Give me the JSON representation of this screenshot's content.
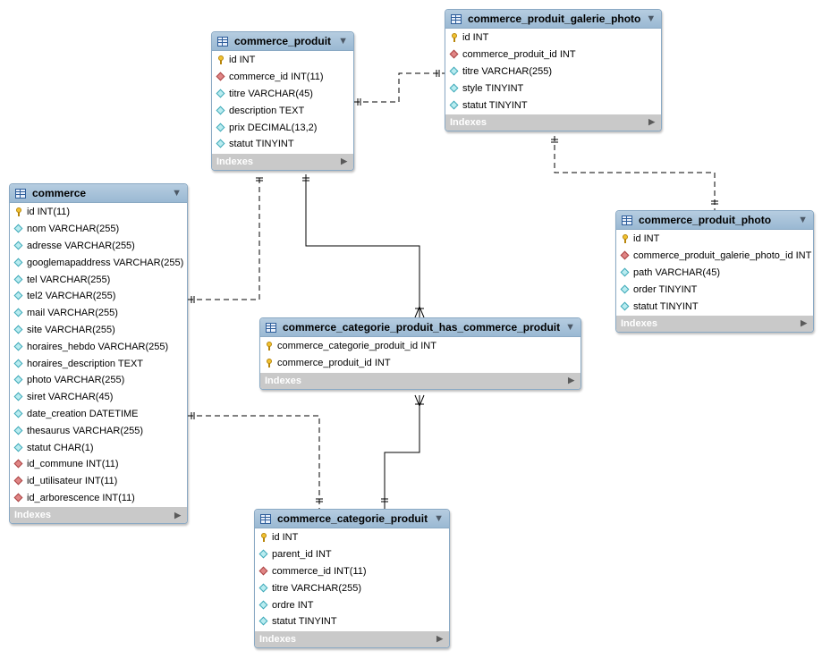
{
  "tables": {
    "commerce_produit": {
      "name": "commerce_produit",
      "columns": [
        {
          "label": "id INT",
          "kind": "pk"
        },
        {
          "label": "commerce_id INT(11)",
          "kind": "fk"
        },
        {
          "label": "titre VARCHAR(45)",
          "kind": "attr"
        },
        {
          "label": "description TEXT",
          "kind": "attr"
        },
        {
          "label": "prix DECIMAL(13,2)",
          "kind": "attr"
        },
        {
          "label": "statut TINYINT",
          "kind": "attr"
        }
      ],
      "indexes_label": "Indexes"
    },
    "commerce_produit_galerie_photo": {
      "name": "commerce_produit_galerie_photo",
      "columns": [
        {
          "label": "id INT",
          "kind": "pk"
        },
        {
          "label": "commerce_produit_id INT",
          "kind": "fk"
        },
        {
          "label": "titre VARCHAR(255)",
          "kind": "attr"
        },
        {
          "label": "style TINYINT",
          "kind": "attr"
        },
        {
          "label": "statut TINYINT",
          "kind": "attr"
        }
      ],
      "indexes_label": "Indexes"
    },
    "commerce_produit_photo": {
      "name": "commerce_produit_photo",
      "columns": [
        {
          "label": "id INT",
          "kind": "pk"
        },
        {
          "label": "commerce_produit_galerie_photo_id INT",
          "kind": "fk"
        },
        {
          "label": "path VARCHAR(45)",
          "kind": "attr"
        },
        {
          "label": "order TINYINT",
          "kind": "attr"
        },
        {
          "label": "statut TINYINT",
          "kind": "attr"
        }
      ],
      "indexes_label": "Indexes"
    },
    "commerce": {
      "name": "commerce",
      "columns": [
        {
          "label": "id INT(11)",
          "kind": "pk"
        },
        {
          "label": "nom VARCHAR(255)",
          "kind": "attr"
        },
        {
          "label": "adresse VARCHAR(255)",
          "kind": "attr"
        },
        {
          "label": "googlemapaddress VARCHAR(255)",
          "kind": "attr"
        },
        {
          "label": "tel VARCHAR(255)",
          "kind": "attr"
        },
        {
          "label": "tel2 VARCHAR(255)",
          "kind": "attr"
        },
        {
          "label": "mail VARCHAR(255)",
          "kind": "attr"
        },
        {
          "label": "site VARCHAR(255)",
          "kind": "attr"
        },
        {
          "label": "horaires_hebdo VARCHAR(255)",
          "kind": "attr"
        },
        {
          "label": "horaires_description TEXT",
          "kind": "attr"
        },
        {
          "label": "photo VARCHAR(255)",
          "kind": "attr"
        },
        {
          "label": "siret VARCHAR(45)",
          "kind": "attr"
        },
        {
          "label": "date_creation DATETIME",
          "kind": "attr"
        },
        {
          "label": "thesaurus VARCHAR(255)",
          "kind": "attr"
        },
        {
          "label": "statut CHAR(1)",
          "kind": "attr"
        },
        {
          "label": "id_commune INT(11)",
          "kind": "fk"
        },
        {
          "label": "id_utilisateur INT(11)",
          "kind": "fk"
        },
        {
          "label": "id_arborescence INT(11)",
          "kind": "fk"
        }
      ],
      "indexes_label": "Indexes"
    },
    "commerce_categorie_produit_has_commerce_produit": {
      "name": "commerce_categorie_produit_has_commerce_produit",
      "columns": [
        {
          "label": "commerce_categorie_produit_id INT",
          "kind": "pk"
        },
        {
          "label": "commerce_produit_id INT",
          "kind": "pk"
        }
      ],
      "indexes_label": "Indexes"
    },
    "commerce_categorie_produit": {
      "name": "commerce_categorie_produit",
      "columns": [
        {
          "label": "id INT",
          "kind": "pk"
        },
        {
          "label": "parent_id INT",
          "kind": "attr"
        },
        {
          "label": "commerce_id INT(11)",
          "kind": "fk"
        },
        {
          "label": "titre VARCHAR(255)",
          "kind": "attr"
        },
        {
          "label": "ordre INT",
          "kind": "attr"
        },
        {
          "label": "statut TINYINT",
          "kind": "attr"
        }
      ],
      "indexes_label": "Indexes"
    }
  },
  "colors": {
    "header": "#a6c2da",
    "footer": "#c9c9c9",
    "primary_key": "#f1c232",
    "foreign_key": "#e08585",
    "attribute": "#b9ecf0",
    "connector": "#000000"
  }
}
